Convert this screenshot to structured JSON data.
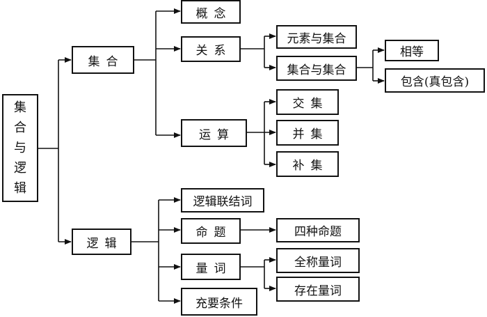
{
  "root": {
    "chars": [
      "集",
      "合",
      "与",
      "逻",
      "辑"
    ]
  },
  "branches": {
    "set": {
      "label": "集合",
      "concept": "概念",
      "relation": {
        "label": "关系",
        "element_set": "元素与集合",
        "set_set": "集合与集合",
        "equal": "相等",
        "subset": "包含(真包含)"
      },
      "operation": {
        "label": "运算",
        "intersection": "交集",
        "union": "并集",
        "complement": "补集"
      }
    },
    "logic": {
      "label": "逻辑",
      "connectives": "逻辑联结词",
      "proposition": {
        "label": "命题",
        "four_forms": "四种命题"
      },
      "quantifier": {
        "label": "量词",
        "universal": "全称量词",
        "existential": "存在量词"
      },
      "conditions": "充要条件"
    }
  }
}
